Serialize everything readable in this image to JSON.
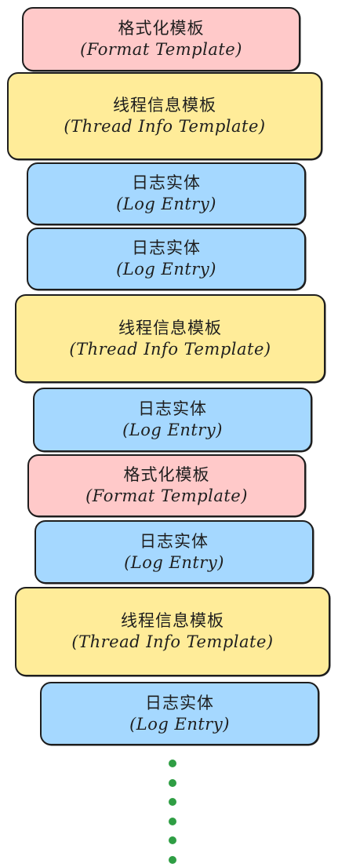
{
  "blocks": [
    {
      "kind": "format",
      "zh": "格式化模板",
      "en": "(Format Template)"
    },
    {
      "kind": "thread",
      "zh": "线程信息模板",
      "en": "(Thread Info  Template)"
    },
    {
      "kind": "log",
      "zh": "日志实体",
      "en": "(Log Entry)"
    },
    {
      "kind": "log",
      "zh": "日志实体",
      "en": "(Log Entry)"
    },
    {
      "kind": "thread",
      "zh": "线程信息模板",
      "en": "(Thread Info  Template)"
    },
    {
      "kind": "log",
      "zh": "日志实体",
      "en": "(Log Entry)"
    },
    {
      "kind": "format",
      "zh": "格式化模板",
      "en": "(Format Template)"
    },
    {
      "kind": "log",
      "zh": "日志实体",
      "en": "(Log Entry)"
    },
    {
      "kind": "thread",
      "zh": "线程信息模板",
      "en": "(Thread Info  Template)"
    },
    {
      "kind": "log",
      "zh": "日志实体",
      "en": "(Log Entry)"
    }
  ],
  "colors": {
    "format": "#ffc9c9",
    "thread": "#ffec99",
    "log": "#a5d8ff",
    "stroke": "#1e1e1e",
    "dots": "#2f9e44"
  },
  "continuation_dot_count": 6
}
